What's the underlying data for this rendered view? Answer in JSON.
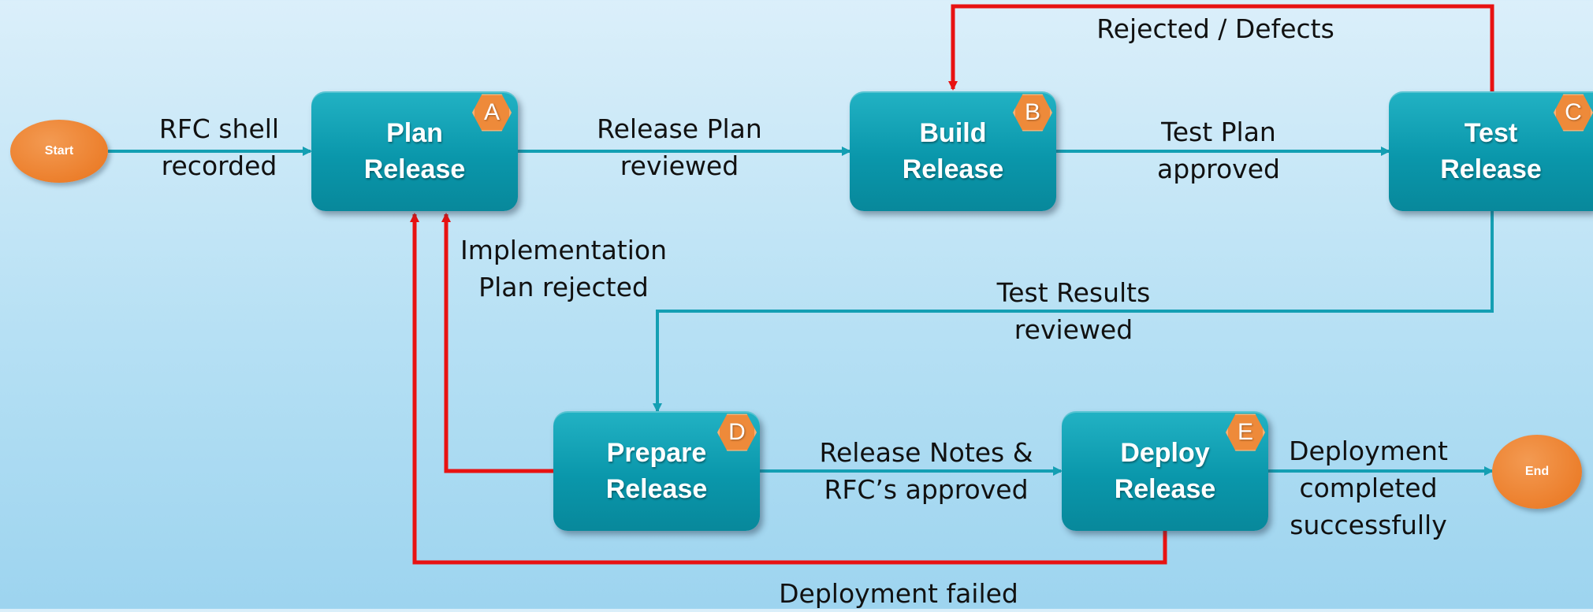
{
  "nodes": {
    "start": {
      "label": "Start"
    },
    "end": {
      "label": "End"
    },
    "plan": {
      "line1": "Plan",
      "line2": "Release",
      "badge": "A"
    },
    "build": {
      "line1": "Build",
      "line2": "Release",
      "badge": "B"
    },
    "test": {
      "line1": "Test",
      "line2": "Release",
      "badge": "C"
    },
    "prepare": {
      "line1": "Prepare",
      "line2": "Release",
      "badge": "D"
    },
    "deploy": {
      "line1": "Deploy",
      "line2": "Release",
      "badge": "E"
    }
  },
  "edges": {
    "start_plan": {
      "line1": "RFC shell",
      "line2": "recorded"
    },
    "plan_build": {
      "line1": "Release Plan",
      "line2": "reviewed"
    },
    "build_test": {
      "line1": "Test Plan",
      "line2": "approved"
    },
    "test_build": {
      "line1": "Rejected / Defects"
    },
    "test_prepare": {
      "line1": "Test Results",
      "line2": "reviewed"
    },
    "prepare_plan": {
      "line1": "Implementation",
      "line2": "Plan rejected"
    },
    "prepare_deploy": {
      "line1": "Release Notes &",
      "line2": "RFC’s approved"
    },
    "deploy_end": {
      "line1": "Deployment",
      "line2": "completed",
      "line3": "successfully"
    },
    "deploy_plan": {
      "line1": "Deployment failed"
    }
  },
  "colors": {
    "process": "#0a9cb0",
    "flow_ok": "#149fb3",
    "flow_reject": "#e81212",
    "terminal": "#ec7f2c",
    "badge": "#ee8a3a"
  }
}
